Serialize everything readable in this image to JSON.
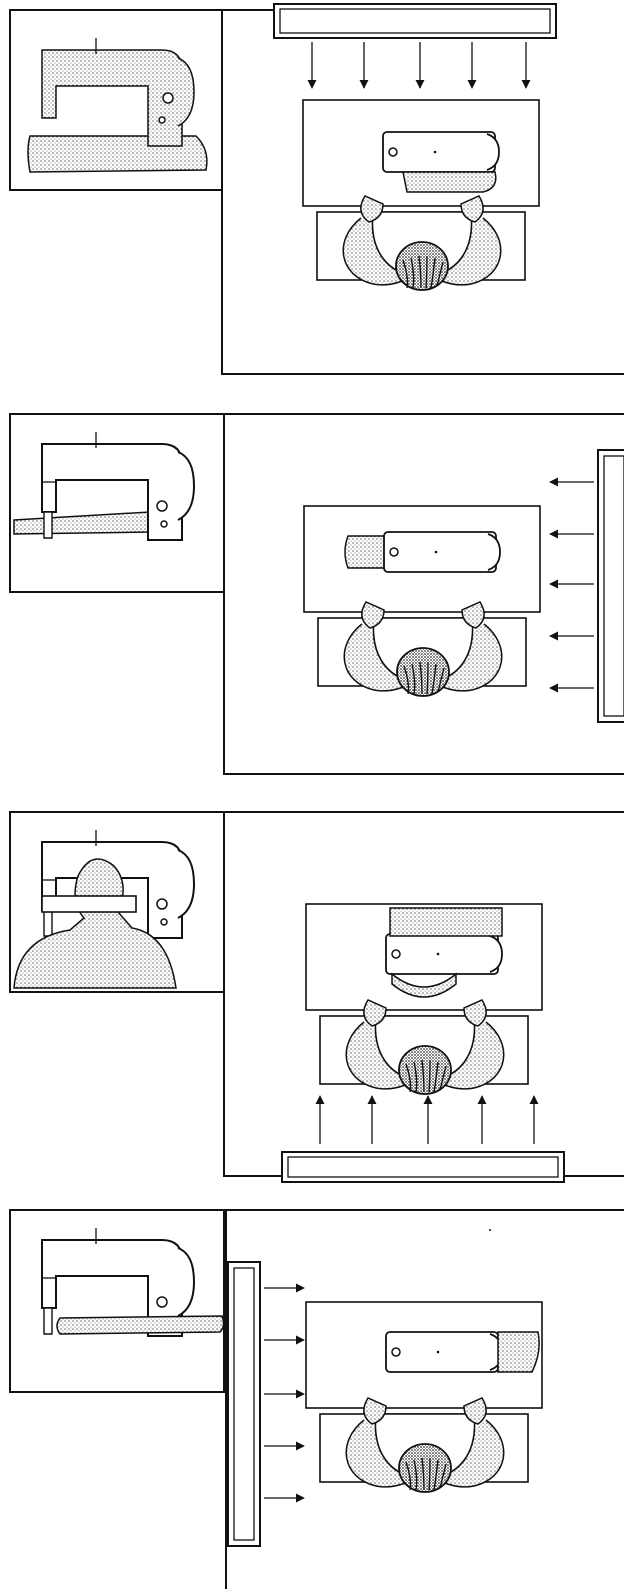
{
  "figure": {
    "panels": [
      {
        "id": "light-above-workstation",
        "light_source_direction": "top",
        "arrow_count": 5,
        "inset": "sewing-machine-face-on"
      },
      {
        "id": "light-from-right",
        "light_source_direction": "right",
        "arrow_count": 5,
        "inset": "sewing-machine-lit-left"
      },
      {
        "id": "light-from-behind-operator",
        "light_source_direction": "bottom",
        "arrow_count": 5,
        "inset": "operator-head-shadow-on-machine"
      },
      {
        "id": "light-from-left",
        "light_source_direction": "left",
        "arrow_count": 5,
        "inset": "sewing-machine-shadow-on-bed"
      }
    ],
    "colors": {
      "ink": "#111111",
      "paper": "#ffffff",
      "shade": "#9a9a9a"
    }
  }
}
